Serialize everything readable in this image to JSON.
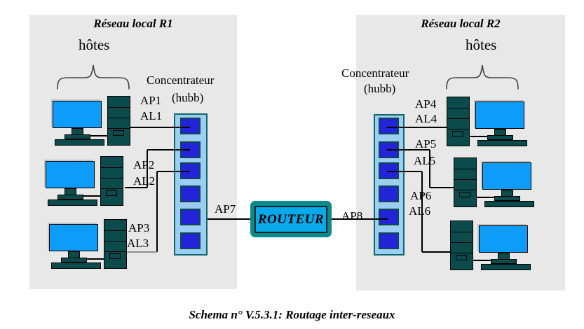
{
  "caption": "Schema n° V.5.3.1: Routage inter-reseaux",
  "router": {
    "label": "ROUTEUR"
  },
  "links": {
    "ap7": "AP7",
    "ap8": "AP8"
  },
  "network1": {
    "title": "Réseau local R1",
    "hosts_label": "hôtes",
    "hub_label": "Concentrateur",
    "hub_sublabel": "(hubb)",
    "ports": {
      "ap1": "AP1",
      "al1": "AL1",
      "ap2": "AP2",
      "al2": "AL2",
      "ap3": "AP3",
      "al3": "AL3"
    }
  },
  "network2": {
    "title": "Réseau local R2",
    "hosts_label": "hôtes",
    "hub_label": "Concentrateur",
    "hub_sublabel": "(hubb)",
    "ports": {
      "ap4": "AP4",
      "al4": "AL4",
      "ap5": "AP5",
      "al5": "AL5",
      "ap6": "AP6",
      "al6": "AL6"
    }
  },
  "colors": {
    "panel_bg": "#e8e8e8",
    "monitor_screen": "#0d9cfa",
    "computer_body": "#0c4b4b",
    "hub_body": "#9ccdf4",
    "hub_border": "#0f6868",
    "hub_port": "#2324da",
    "router_frame": "#0a8a8a",
    "router_face": "#0aa9e9",
    "line": "#000000"
  }
}
